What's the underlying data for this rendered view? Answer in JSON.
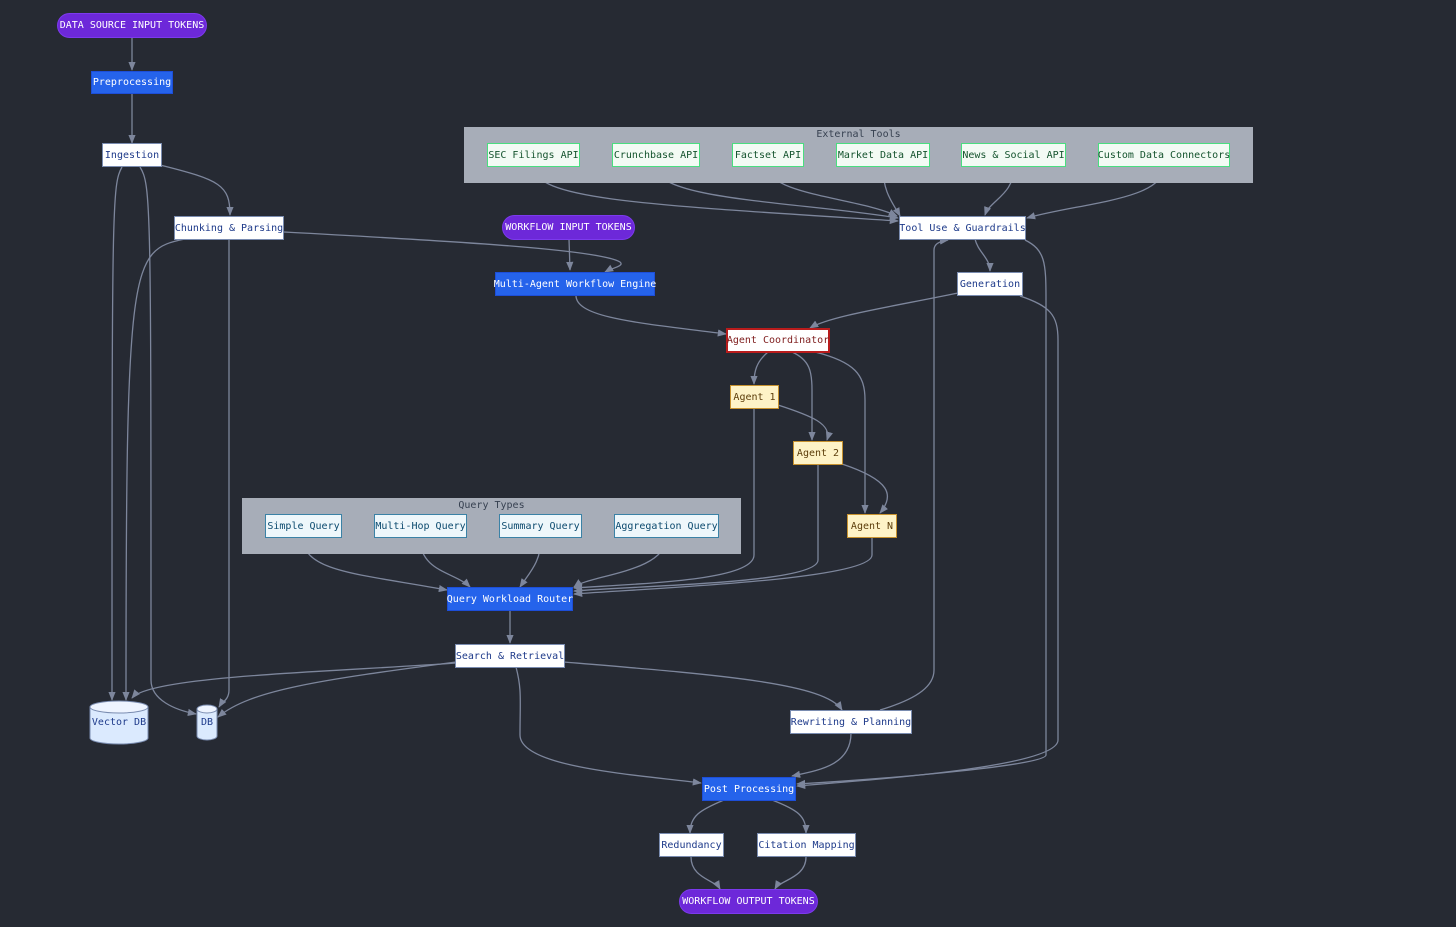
{
  "groups": {
    "external_tools": "External Tools",
    "query_types": "Query Types"
  },
  "nodes": {
    "data_source_input": "DATA SOURCE INPUT TOKENS",
    "preprocessing": "Preprocessing",
    "ingestion": "Ingestion",
    "chunking": "Chunking & Parsing",
    "workflow_input": "WORKFLOW INPUT TOKENS",
    "multi_agent_engine": "Multi-Agent Workflow Engine",
    "sec_filings": "SEC Filings API",
    "crunchbase": "Crunchbase API",
    "factset": "Factset API",
    "market_data": "Market Data API",
    "news_social": "News & Social API",
    "custom_connectors": "Custom Data Connectors",
    "tool_use": "Tool Use & Guardrails",
    "generation": "Generation",
    "agent_coordinator": "Agent Coordinator",
    "agent_1": "Agent 1",
    "agent_2": "Agent 2",
    "agent_n": "Agent N",
    "simple_query": "Simple Query",
    "multi_hop_query": "Multi-Hop Query",
    "summary_query": "Summary Query",
    "aggregation_query": "Aggregation Query",
    "query_router": "Query Workload Router",
    "search_retrieval": "Search & Retrieval",
    "rewriting_planning": "Rewriting & Planning",
    "post_processing": "Post Processing",
    "redundancy": "Redundancy",
    "citation_mapping": "Citation Mapping",
    "workflow_output": "WORKFLOW OUTPUT TOKENS",
    "vector_db": "Vector DB",
    "db": "DB"
  },
  "colors": {
    "background": "#262a33",
    "edge": "#7d869c",
    "process_blue": "#2563eb",
    "terminal_purple": "#6d28d9",
    "agent_yellow": "#fef3c7",
    "coordinator_red": "#b91c1c",
    "tool_green": "#4ade80",
    "group_gray": "#a7adb8"
  }
}
